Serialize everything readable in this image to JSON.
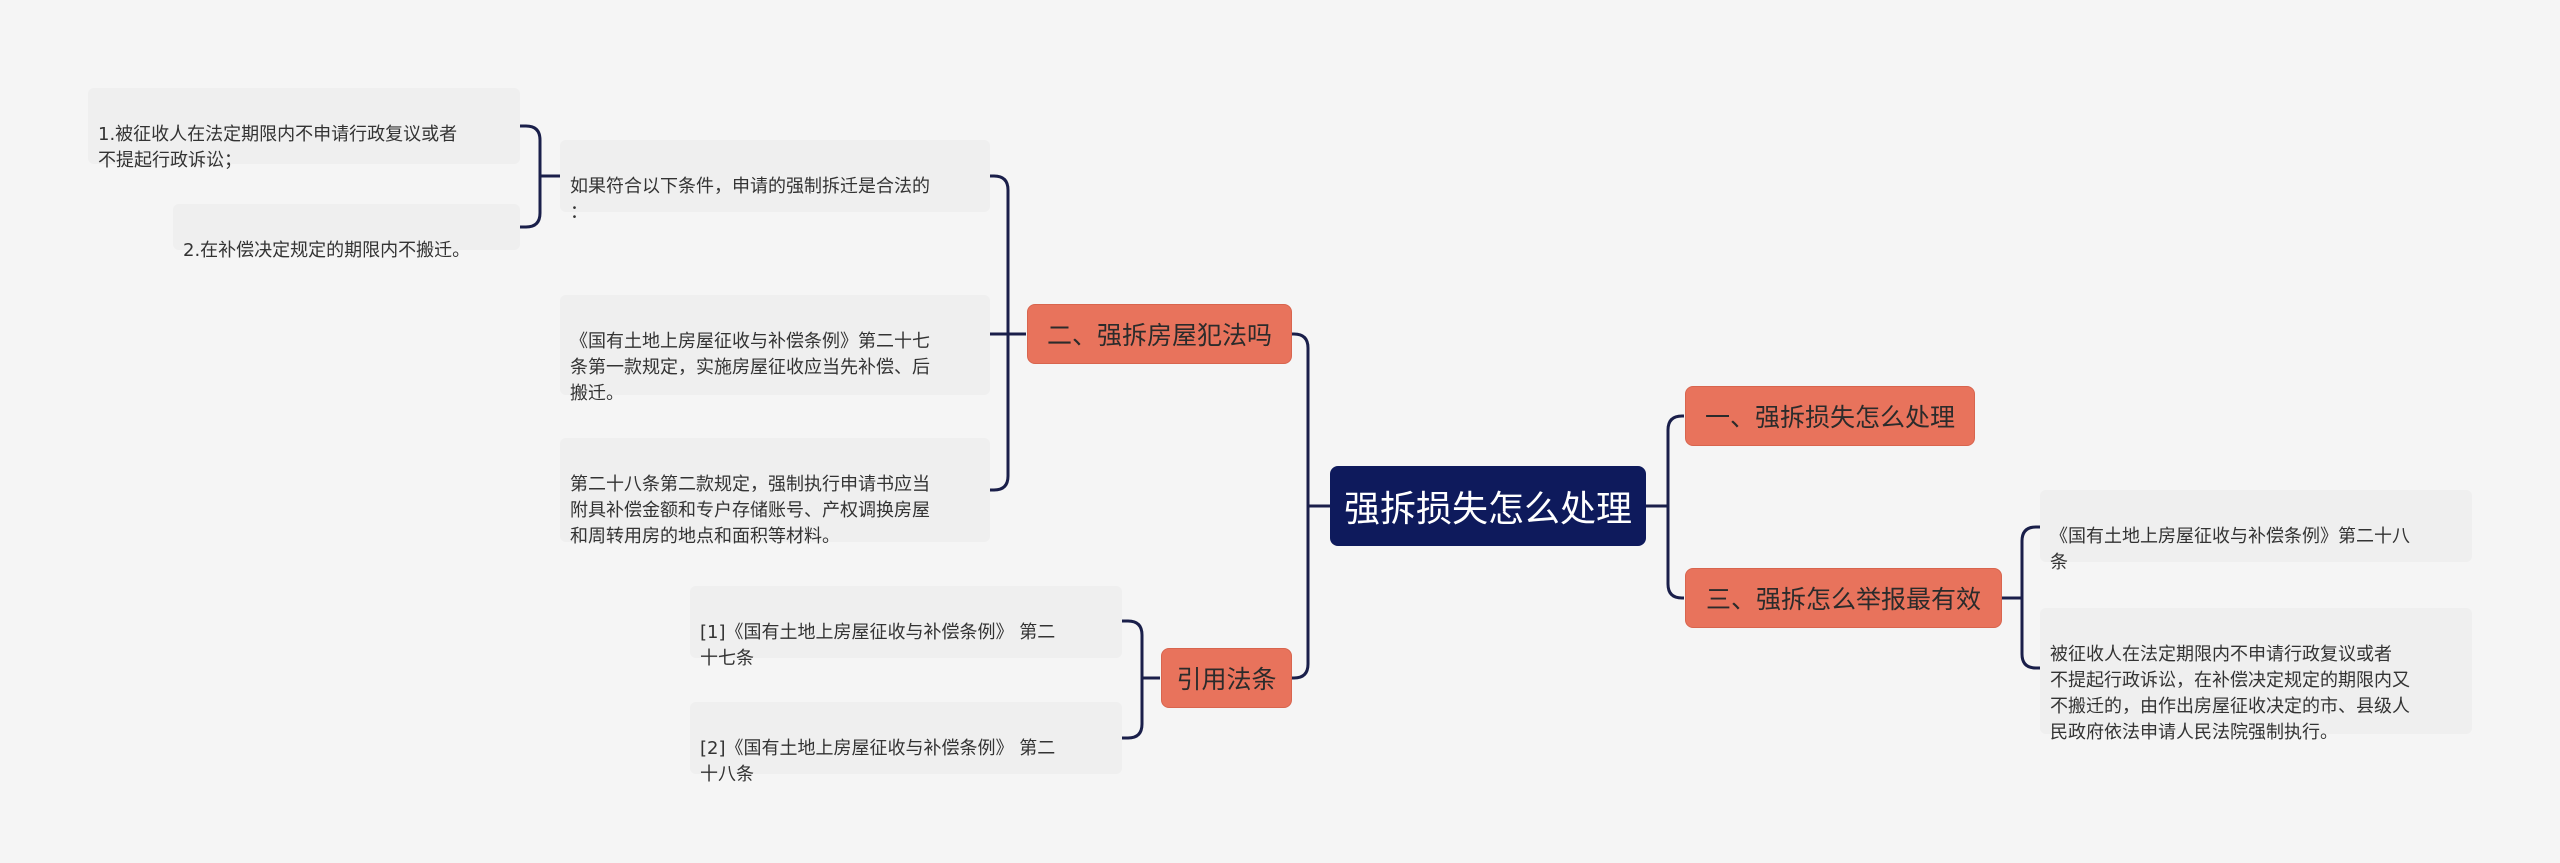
{
  "root": {
    "title": "强拆损失怎么处理"
  },
  "branches": {
    "b1": {
      "label": "一、强拆损失怎么处理"
    },
    "b2": {
      "label": "二、强拆房屋犯法吗"
    },
    "b3": {
      "label": "三、强拆怎么举报最有效"
    },
    "b4": {
      "label": "引用法条"
    }
  },
  "leaves": {
    "b2_conditions": "如果符合以下条件，申请的强制拆迁是合法的\n：",
    "b2_cond_1": "1.被征收人在法定期限内不申请行政复议或者\n不提起行政诉讼；",
    "b2_cond_2": "2.在补偿决定规定的期限内不搬迁。",
    "b2_rule_27": "《国有土地上房屋征收与补偿条例》第二十七\n条第一款规定，实施房屋征收应当先补偿、后\n搬迁。",
    "b2_rule_28": "第二十八条第二款规定，强制执行申请书应当\n附具补偿金额和专户存储账号、产权调换房屋\n和周转用房的地点和面积等材料。",
    "b3_law": "《国有土地上房屋征收与补偿条例》第二十八\n条",
    "b3_text": "  被征收人在法定期限内不申请行政复议或者\n不提起行政诉讼，在补偿决定规定的期限内又\n不搬迁的，由作出房屋征收决定的市、县级人\n民政府依法申请人民法院强制执行。",
    "b4_ref_1": "[1]《国有土地上房屋征收与补偿条例》 第二\n十七条",
    "b4_ref_2": "[2]《国有土地上房屋征收与补偿条例》 第二\n十八条"
  },
  "colors": {
    "root_bg": "#0e1a5c",
    "branch_bg": "#e8735c",
    "leaf_bg": "#efefef",
    "link": "#1a1f4a",
    "background": "#f5f5f5"
  }
}
